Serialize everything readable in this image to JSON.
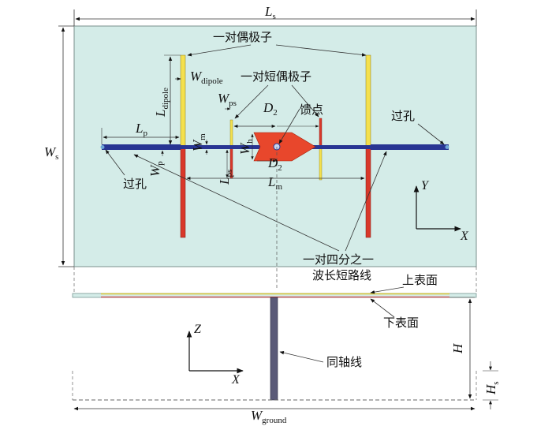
{
  "labels": {
    "dipole_pair": "一对偶极子",
    "short_dipole_pair": "一对短偶极子",
    "feed_point": "馈点",
    "via_right": "过孔",
    "via_left": "过孔",
    "quarter_wave_line_1": "一对四分之一",
    "quarter_wave_line_2": "波长短路线",
    "top_surface": "上表面",
    "bottom_surface": "下表面",
    "coax": "同轴线"
  },
  "dims": {
    "Ls": {
      "main": "L",
      "sub": "s"
    },
    "Ws": {
      "main": "W",
      "sub": "s"
    },
    "Wdipole": {
      "main": "W",
      "sub": "dipole"
    },
    "Ldipole": {
      "main": "L",
      "sub": "dipole"
    },
    "Wps": {
      "main": "W",
      "sub": "ps"
    },
    "D2_top": {
      "main": "D",
      "sub": "2"
    },
    "D2_bottom": {
      "main": "D",
      "sub": "2"
    },
    "Lp": {
      "main": "L",
      "sub": "p"
    },
    "Wm": {
      "main": "W",
      "sub": "m"
    },
    "Wh": {
      "main": "W",
      "sub": "h"
    },
    "Wp": {
      "main": "W",
      "sub": "p"
    },
    "Lps": {
      "main": "L",
      "sub": "ps"
    },
    "Lm": {
      "main": "L",
      "sub": "m"
    },
    "H": {
      "main": "H",
      "sub": ""
    },
    "Hs": {
      "main": "H",
      "sub": "s"
    },
    "Wground": {
      "main": "W",
      "sub": "ground"
    }
  },
  "axes": {
    "top_x": "X",
    "top_y": "Y",
    "bottom_x": "X",
    "bottom_z": "Z"
  },
  "colors": {
    "substrate": "#d4ece8",
    "microstrip": "#283593",
    "dipole_top": "#f4e04d",
    "dipole_bottom": "#d9382a",
    "feed": "#e8472c"
  }
}
